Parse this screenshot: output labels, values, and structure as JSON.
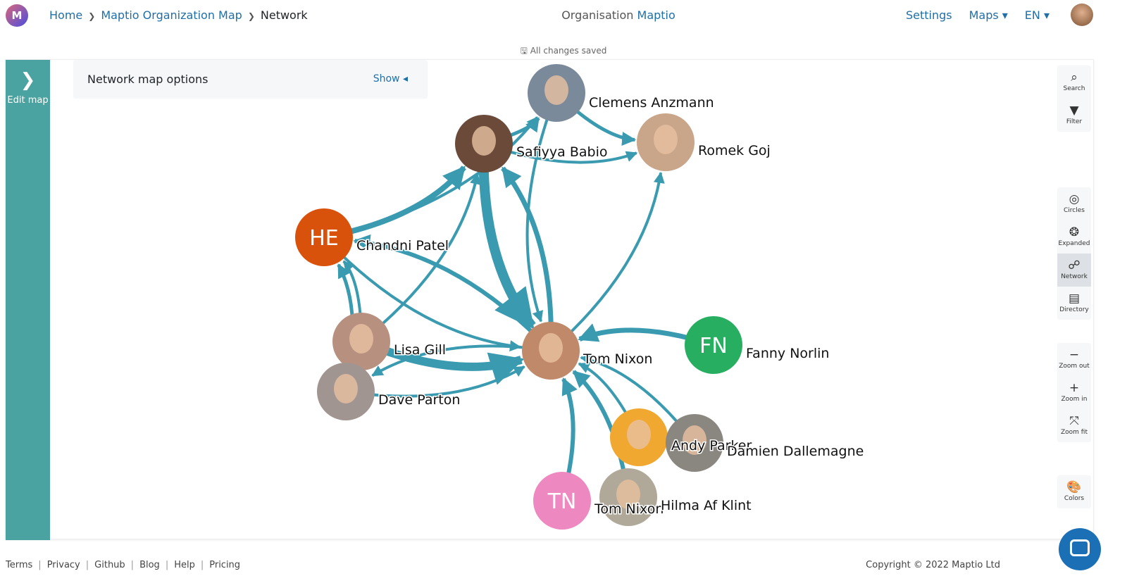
{
  "header": {
    "logo": "M",
    "breadcrumb": [
      "Home",
      "Maptio Organization Map",
      "Network"
    ],
    "title_prefix": "Organisation",
    "title_brand": "Maptio",
    "settings": "Settings",
    "maps": "Maps ▾",
    "lang": "EN ▾"
  },
  "status": {
    "icon": "save-icon",
    "text": "All changes saved"
  },
  "sidebar": {
    "label": "Edit map",
    "icon": "chevron-right-icon"
  },
  "options": {
    "title": "Network map options",
    "toggle": "Show ◂"
  },
  "toolbar": {
    "groups": [
      [
        {
          "label": "Search",
          "icon": "⌕"
        },
        {
          "label": "Filter",
          "icon": "▼"
        }
      ],
      [
        {
          "label": "Circles",
          "icon": "◎"
        },
        {
          "label": "Expanded",
          "icon": "❂"
        },
        {
          "label": "Network",
          "icon": "☍",
          "active": true
        },
        {
          "label": "Directory",
          "icon": "▤"
        }
      ],
      [
        {
          "label": "Zoom out",
          "icon": "−"
        },
        {
          "label": "Zoom in",
          "icon": "+"
        },
        {
          "label": "Zoom fit",
          "icon": "⤧"
        }
      ],
      [
        {
          "label": "Colors",
          "icon": "🎨"
        }
      ]
    ]
  },
  "colors": {
    "edge": "#3a9ab0",
    "sidebar": "#4aa3a0",
    "link": "#1f6fa8"
  },
  "network": {
    "nodes": [
      {
        "id": "clemens",
        "name": "Clemens Anzmann",
        "photo": true,
        "color": "#7a8a9a"
      },
      {
        "id": "safiyya",
        "name": "Safiyya Babio",
        "photo": true,
        "color": "#6b4a3a"
      },
      {
        "id": "romek",
        "name": "Romek Goj",
        "photo": true,
        "color": "#c9a58a"
      },
      {
        "id": "chandni",
        "name": "Chandni Patel",
        "initials": "HE",
        "color": "#d9520b"
      },
      {
        "id": "lisa",
        "name": "Lisa Gill",
        "photo": true,
        "color": "#b89080"
      },
      {
        "id": "dave",
        "name": "Dave Parton",
        "photo": true,
        "color": "#a09590"
      },
      {
        "id": "tom",
        "name": "Tom Nixon",
        "photo": true,
        "color": "#c08a6a"
      },
      {
        "id": "fanny",
        "name": "Fanny Norlin",
        "initials": "FN",
        "color": "#27ae60"
      },
      {
        "id": "andy",
        "name": "Andy Parker",
        "photo": true,
        "color": "#f0a830"
      },
      {
        "id": "damien",
        "name": "Damien Dallemagne",
        "photo": true,
        "color": "#8a8680"
      },
      {
        "id": "tn",
        "name": "Tom Nixon",
        "initials": "TN",
        "color": "#ee88c0"
      },
      {
        "id": "hilma",
        "name": "Hilma Af Klint",
        "photo": true,
        "color": "#b0a898"
      }
    ],
    "edges": [
      [
        "chandni",
        "clemens",
        4
      ],
      [
        "chandni",
        "safiyya",
        8
      ],
      [
        "safiyya",
        "clemens",
        5
      ],
      [
        "clemens",
        "romek",
        5
      ],
      [
        "safiyya",
        "romek",
        4
      ],
      [
        "safiyya",
        "tom",
        14
      ],
      [
        "tom",
        "chandni",
        6
      ],
      [
        "lisa",
        "chandni",
        4
      ],
      [
        "dave",
        "chandni",
        5
      ],
      [
        "lisa",
        "safiyya",
        4
      ],
      [
        "tom",
        "safiyya",
        7
      ],
      [
        "lisa",
        "tom",
        12
      ],
      [
        "dave",
        "tom",
        4
      ],
      [
        "tom",
        "dave",
        4
      ],
      [
        "tom",
        "romek",
        4
      ],
      [
        "clemens",
        "tom",
        4
      ],
      [
        "fanny",
        "tom",
        7
      ],
      [
        "andy",
        "tom",
        4
      ],
      [
        "damien",
        "tom",
        4
      ],
      [
        "tn",
        "tom",
        6
      ],
      [
        "hilma",
        "tom",
        6
      ],
      [
        "chandni",
        "tom",
        4
      ]
    ]
  },
  "footer": {
    "links": [
      "Terms",
      "Privacy",
      "Github",
      "Blog",
      "Help",
      "Pricing"
    ],
    "copyright": "Copyright © 2022 Maptio Ltd"
  }
}
